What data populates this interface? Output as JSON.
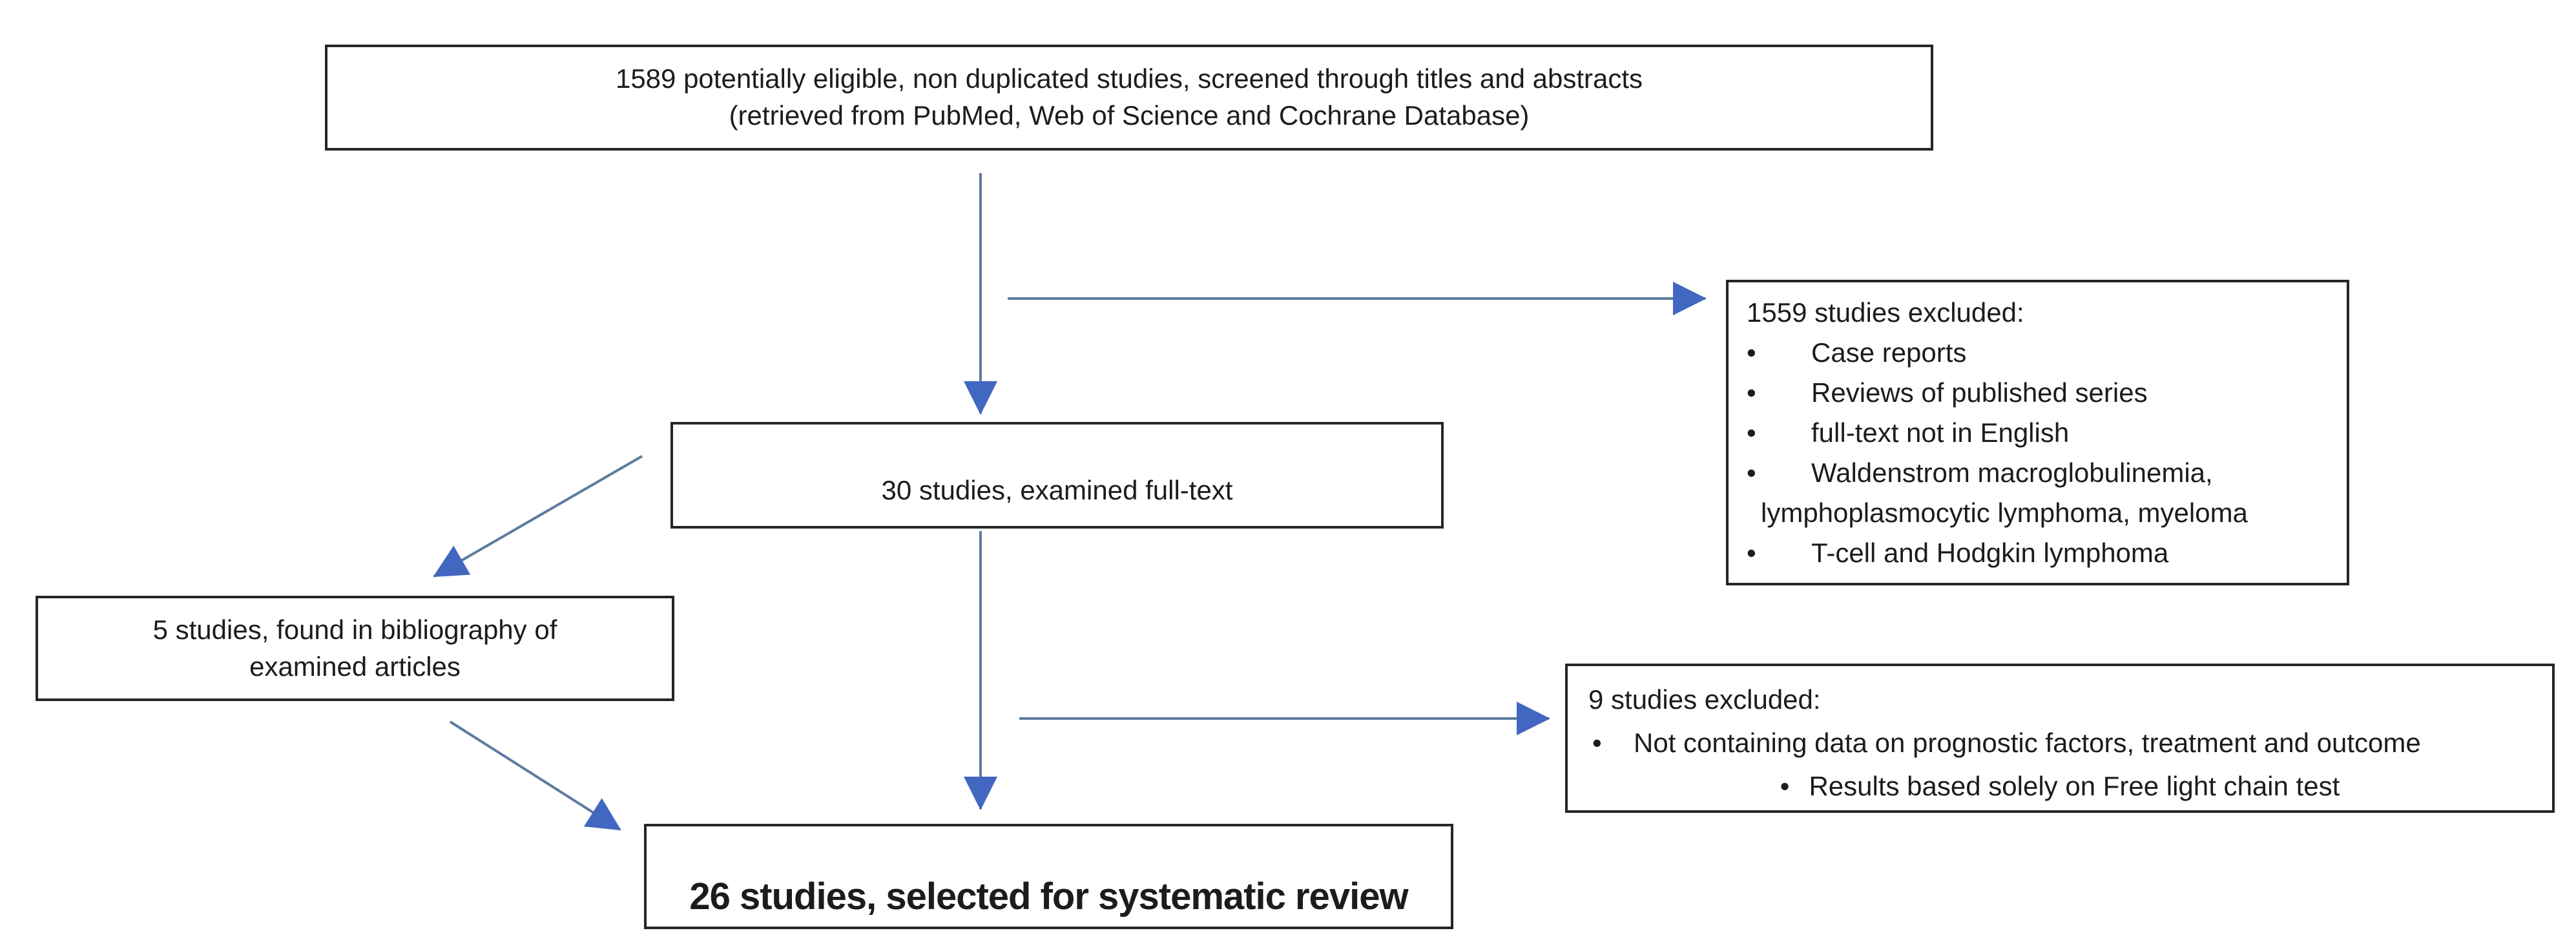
{
  "diagram": {
    "screened": {
      "line1": "1589  potentially eligible, non duplicated  studies, screened through titles and  abstracts",
      "line2": "(retrieved from PubMed, Web of Science and Cochrane Database)"
    },
    "excluded_screening": {
      "title": "1559 studies excluded:",
      "bullets": [
        "Case reports",
        "Reviews of published series",
        "full-text not in English",
        "Waldenstrom macroglobulinemia,",
        "T-cell and Hodgkin lymphoma"
      ],
      "bullet4_continuation": "lymphoplasmocytic  lymphoma,  myeloma"
    },
    "fulltext": {
      "text": "30 studies, examined full-text"
    },
    "bibliography": {
      "line1": "5 studies, found in bibliography of",
      "line2": "examined articles"
    },
    "excluded_fulltext": {
      "title": "9 studies excluded:",
      "bullets": [
        "Not containing data on prognostic factors, treatment and outcome",
        "Results based solely on Free light chain test"
      ]
    },
    "selected": {
      "text": "26 studies, selected for systematic review"
    }
  },
  "glyphs": {
    "bullet": "•"
  },
  "colors": {
    "box_border": "#262626",
    "arrow_line": "#5d7b9e",
    "arrow_head": "#4167c0",
    "text": "#1c1c1c",
    "background": "#ffffff"
  }
}
